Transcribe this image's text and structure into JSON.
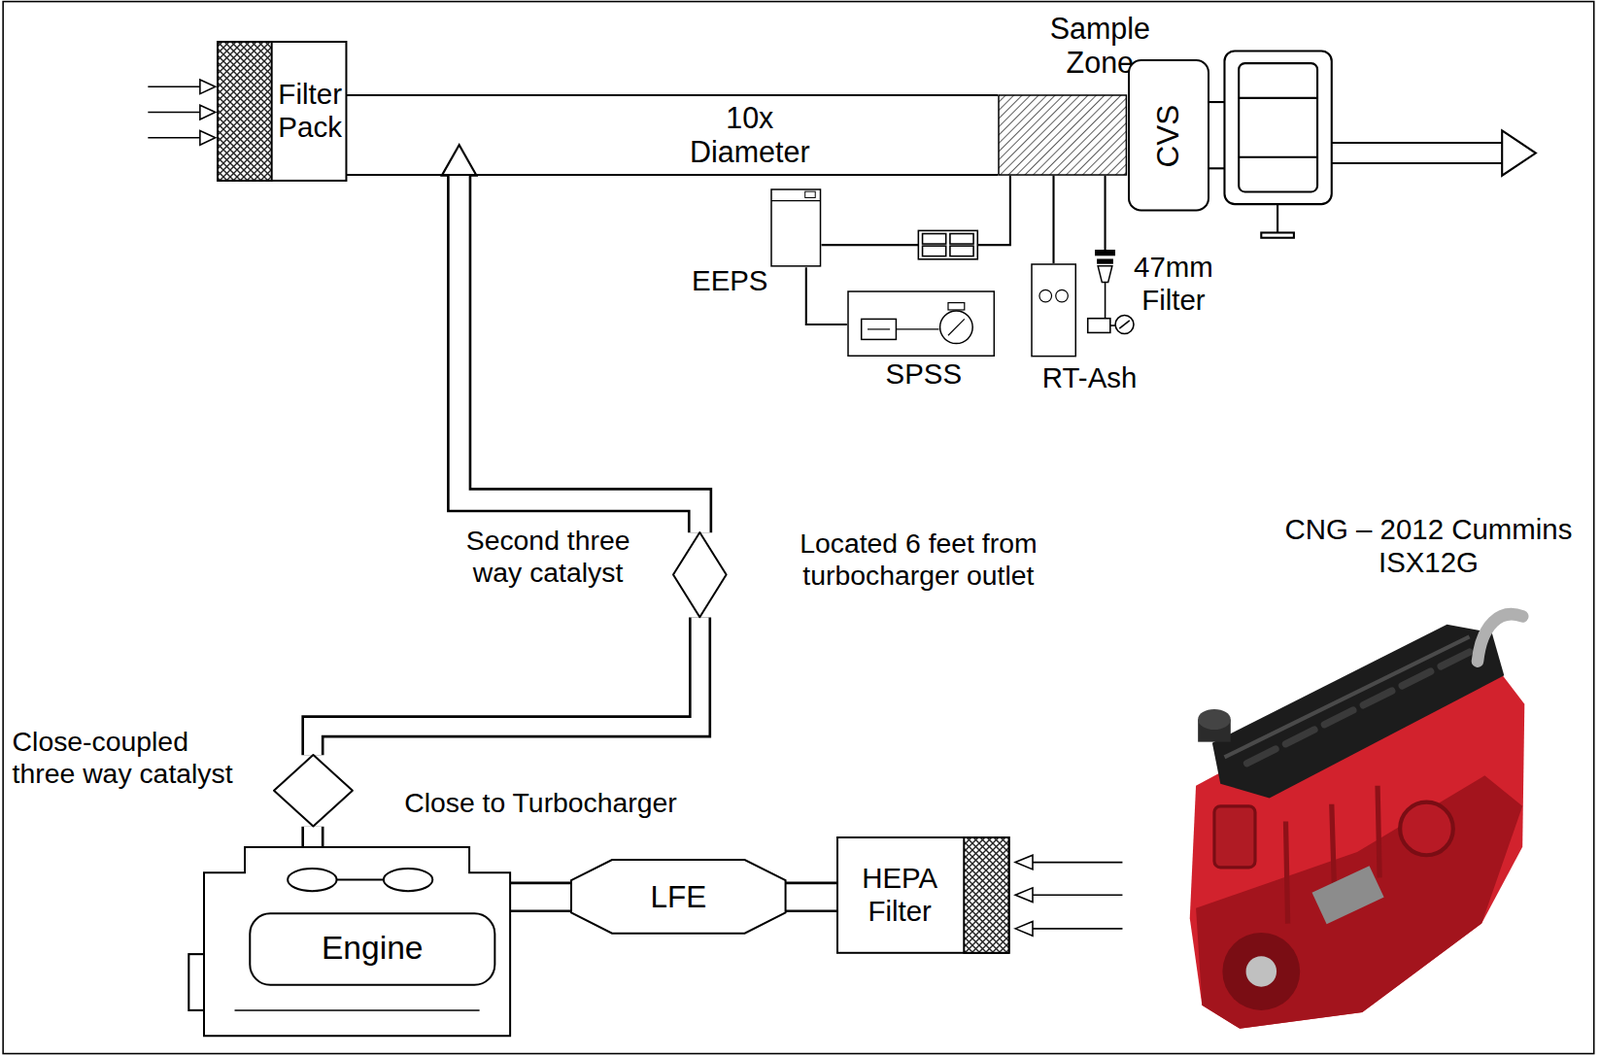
{
  "diagram": {
    "nodes": [
      {
        "text": [
          "Filter Pack"
        ]
      },
      {
        "text": [
          "10x Diameter"
        ]
      },
      {
        "text": [
          "Sample Zone"
        ]
      },
      {
        "text": [
          "CVS"
        ]
      },
      {
        "text": [
          "EEPS"
        ]
      },
      {
        "text": [
          "SPSS"
        ]
      },
      {
        "text": [
          "RT-Ash"
        ]
      },
      {
        "text": [
          "47mm Filter"
        ]
      },
      {
        "text": [
          "Second three way catalyst",
          "Located 6 feet from turbocharger outlet"
        ]
      },
      {
        "text": [
          "Close-coupled three way catalyst",
          "Close to Turbocharger"
        ]
      },
      {
        "text": [
          "Engine"
        ]
      },
      {
        "text": [
          "LFE"
        ]
      },
      {
        "text": [
          "HEPA Filter"
        ]
      }
    ],
    "edges": [
      {
        "from": 12,
        "to": 11,
        "arrow": "none"
      },
      {
        "from": 11,
        "to": 10,
        "arrow": "none"
      },
      {
        "from": 10,
        "to": 9,
        "arrow": "none"
      },
      {
        "from": 9,
        "to": 8,
        "arrow": "none"
      },
      {
        "from": 8,
        "to": 1,
        "arrow": "to"
      },
      {
        "from": 2,
        "to": 4,
        "arrow": "none"
      },
      {
        "from": 4,
        "to": 5,
        "arrow": "none"
      },
      {
        "from": 2,
        "to": 6,
        "arrow": "none"
      },
      {
        "from": 2,
        "to": 7,
        "arrow": "none"
      }
    ],
    "labels": [
      "CNG – 2012 Cummins ISX12G"
    ]
  }
}
